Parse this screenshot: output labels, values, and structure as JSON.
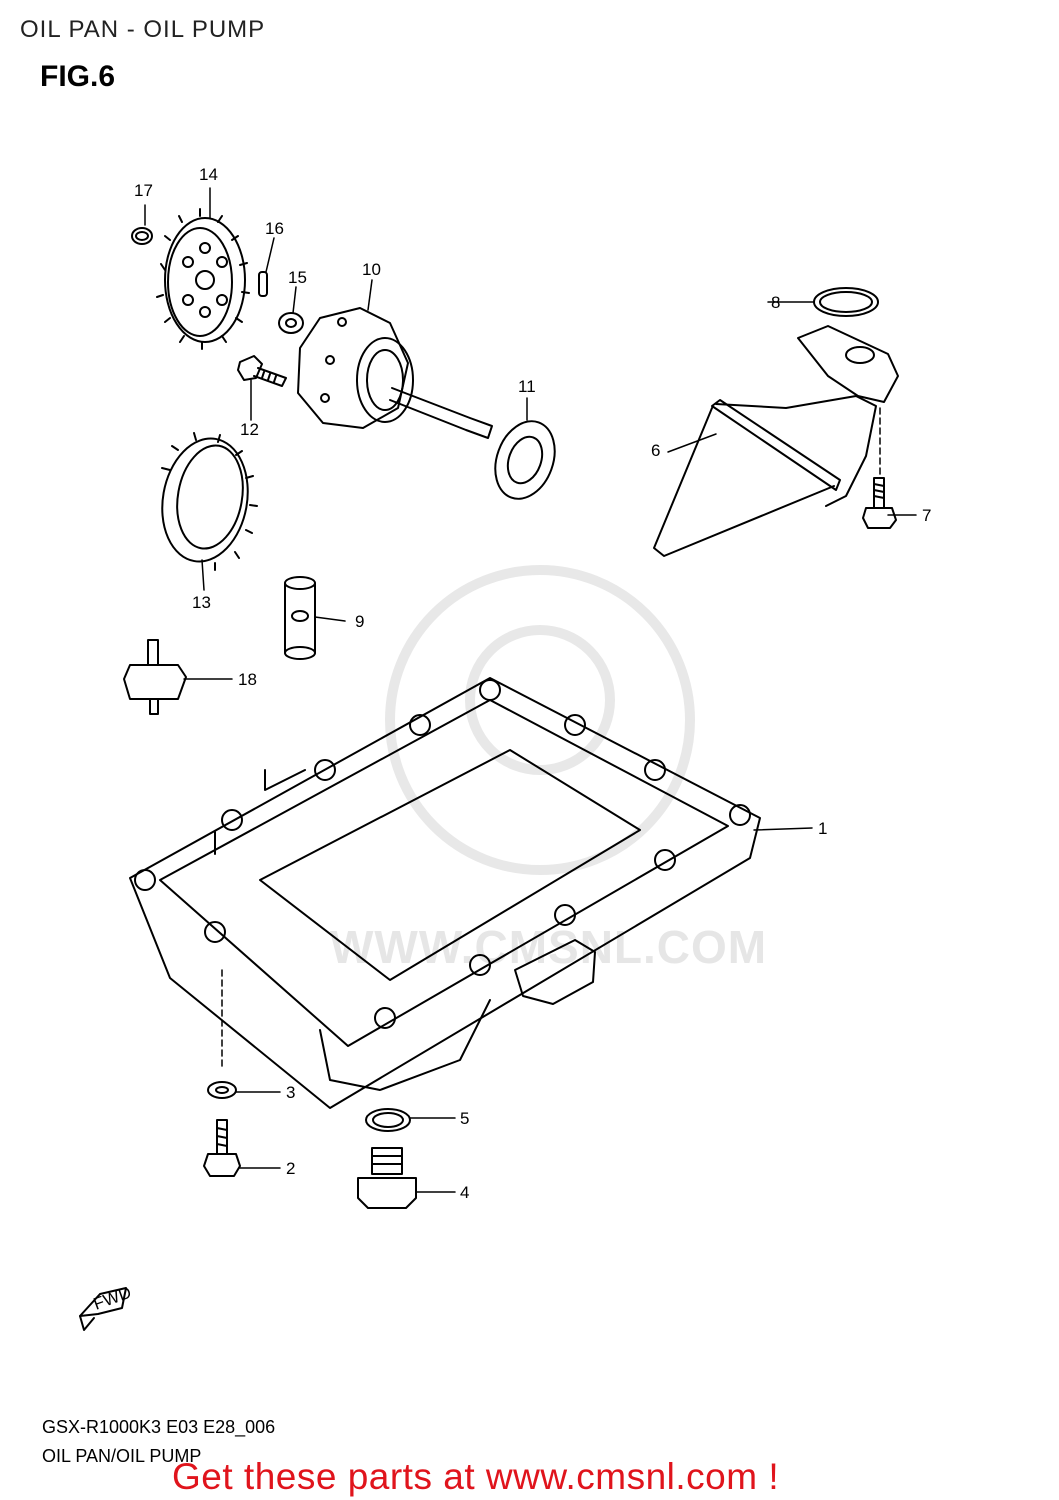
{
  "header": {
    "title": "OIL PAN - OIL PUMP",
    "figure": "FIG.6"
  },
  "watermark": {
    "text": "WWW.CMSNL.COM"
  },
  "callouts": [
    "1",
    "2",
    "3",
    "4",
    "5",
    "6",
    "7",
    "8",
    "9",
    "10",
    "11",
    "12",
    "13",
    "14",
    "15",
    "16",
    "17",
    "18"
  ],
  "fwd_label": "FWD",
  "footer": {
    "model_code": "GSX-R1000K3 E03 E28_006",
    "caption": "OIL PAN/OIL PUMP",
    "link": "Get these parts at www.cmsnl.com !"
  },
  "colors": {
    "link": "#e0141c",
    "line": "#000000",
    "watermark": "#e6e6e6"
  }
}
